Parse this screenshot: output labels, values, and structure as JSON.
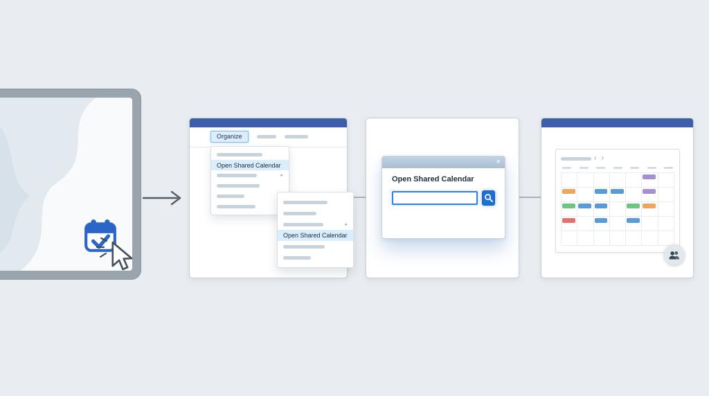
{
  "canvas": {
    "background": "#e9edf1"
  },
  "colors": {
    "titlebar_blue": "#3e5fa7",
    "accent_blue": "#1e6fd4",
    "highlight_blue": "#d9eefc",
    "calendar_icon_blue": "#2a66c8"
  },
  "step1": {
    "calendar_icon": "calendar-check-icon",
    "cursor_icon": "cursor-pointer-icon"
  },
  "step2": {
    "organize_tab": "Organize",
    "menu_item_highlighted": "Open Shared Calendar",
    "menu_caret": "▸",
    "submenu_item_highlighted": "Open Shared Calendar",
    "submenu_caret": "▸"
  },
  "step3": {
    "title": "Open Shared Calendar",
    "close_glyph": "×",
    "input_value": "",
    "search_icon": "magnifier-icon"
  },
  "step4": {
    "prev_chevron": "‹",
    "next_chevron": "›",
    "people_icon": "people-icon",
    "calendar": {
      "rows": 5,
      "cols": 7,
      "events": [
        {
          "row": 0,
          "col": 5,
          "color": "#a78fd6"
        },
        {
          "row": 1,
          "col": 0,
          "color": "#f0a55e"
        },
        {
          "row": 1,
          "col": 2,
          "color": "#5b9bd5"
        },
        {
          "row": 1,
          "col": 3,
          "color": "#5b9bd5"
        },
        {
          "row": 1,
          "col": 5,
          "color": "#a78fd6"
        },
        {
          "row": 2,
          "col": 0,
          "color": "#6fc47f"
        },
        {
          "row": 2,
          "col": 1,
          "color": "#5b9bd5"
        },
        {
          "row": 2,
          "col": 2,
          "color": "#5b9bd5"
        },
        {
          "row": 2,
          "col": 4,
          "color": "#6fc47f"
        },
        {
          "row": 2,
          "col": 5,
          "color": "#f0a55e"
        },
        {
          "row": 3,
          "col": 0,
          "color": "#e2726e"
        },
        {
          "row": 3,
          "col": 2,
          "color": "#5b9bd5"
        },
        {
          "row": 3,
          "col": 4,
          "color": "#5b9bd5"
        }
      ]
    }
  }
}
